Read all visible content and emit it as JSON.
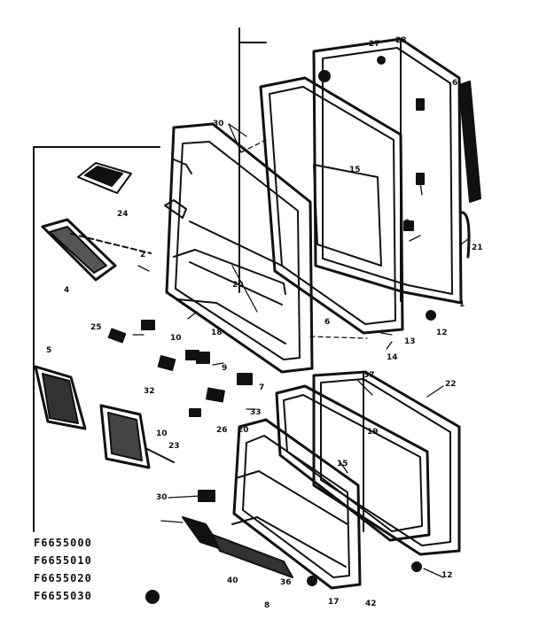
{
  "models": [
    "F6655000",
    "F6655010",
    "F6655020",
    "F6655030"
  ],
  "callouts": {
    "c27": "27",
    "c28": "28",
    "c6": "6",
    "c30a": "30",
    "c15a": "15",
    "c3a": "3",
    "c24": "24",
    "c2": "2",
    "c20a": "20",
    "c21": "21",
    "c4": "4",
    "c1": "1",
    "c12a": "12",
    "c25": "25",
    "c10a": "10",
    "c18": "18",
    "c14": "14",
    "c13": "13",
    "c6b": "6",
    "c9": "9",
    "c7": "7",
    "c32": "32",
    "c5": "5",
    "c33": "33",
    "c37": "37",
    "c22": "22",
    "c26": "26",
    "c10b": "10",
    "c23": "23",
    "c19": "19",
    "c15b": "15",
    "c20b": "20",
    "c30b": "30",
    "c40": "40",
    "c36": "36",
    "c12b": "12",
    "c17": "17",
    "c42": "42",
    "c8": "8"
  },
  "colors": {
    "ink": "#111111",
    "paper": "#ffffff"
  }
}
